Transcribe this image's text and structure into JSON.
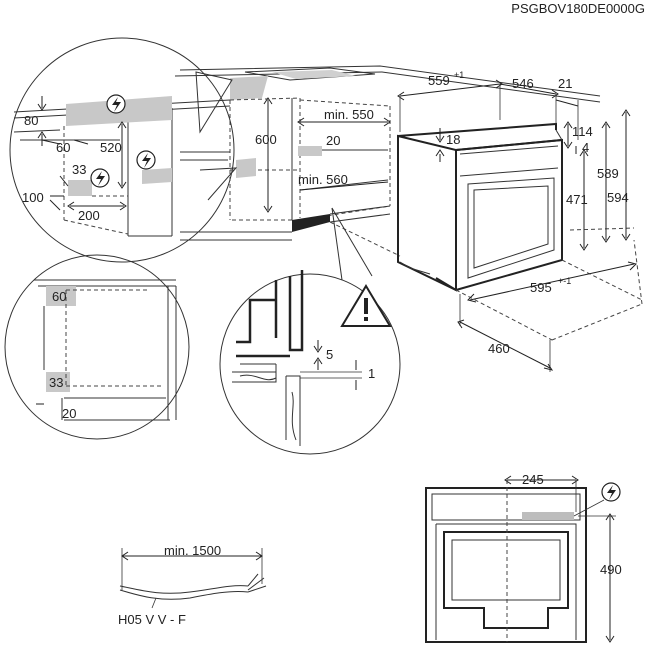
{
  "model_code": "PSGBOV180DE0000G",
  "circle_top": {
    "dim_80": "80",
    "dim_60": "60",
    "dim_520": "520",
    "dim_33": "33",
    "dim_100": "100",
    "dim_200": "200"
  },
  "cabinet": {
    "dim_600": "600",
    "dim_min550": "min. 550",
    "dim_20": "20",
    "dim_min560": "min. 560"
  },
  "oven": {
    "dim_559": "559",
    "dim_559_tol": "+1",
    "dim_546": "546",
    "dim_21": "21",
    "dim_18": "18",
    "dim_114": "114",
    "dim_4": "4",
    "dim_589": "589",
    "dim_594": "594",
    "dim_471": "471",
    "dim_595": "595",
    "dim_595_tol": "+-1",
    "dim_460": "460"
  },
  "circle_left": {
    "dim_60": "60",
    "dim_33": "33",
    "dim_20": "20"
  },
  "circle_mid": {
    "dim_5": "5",
    "dim_1": "1"
  },
  "cable": {
    "min_length": "min. 1500",
    "type": "H05 V V - F"
  },
  "back_view": {
    "dim_245": "245",
    "dim_490": "490"
  },
  "icons": [
    "electric-hazard-icon",
    "warning-triangle-icon"
  ]
}
